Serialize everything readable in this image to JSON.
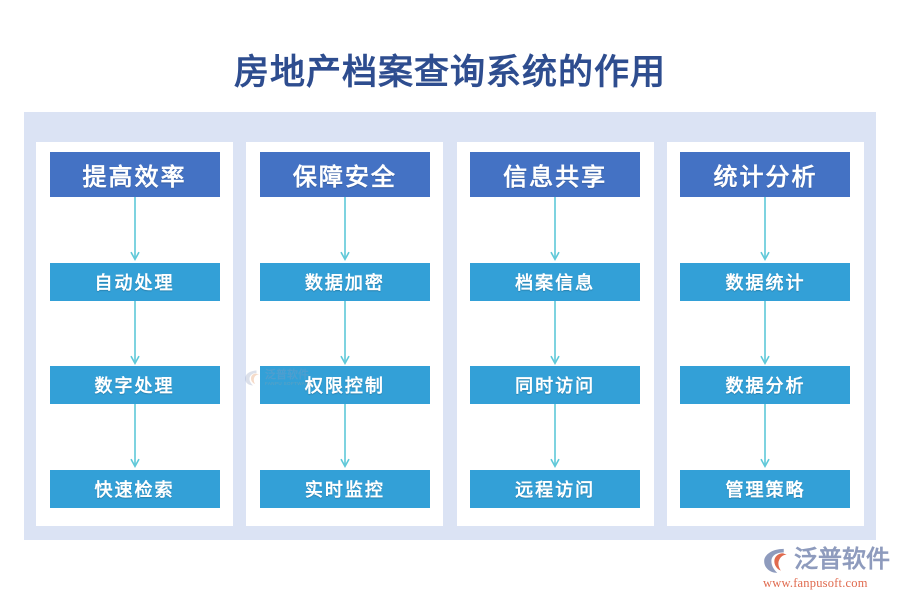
{
  "title": "房地产档案查询系统的作用",
  "colors": {
    "title_text": "#2E4D8F",
    "panel_background": "#DBE3F4",
    "card_background": "#FFFFFF",
    "header_box": "#4472C4",
    "step_box": "#33A0D7",
    "arrow": "#5EC8D8",
    "brand_name": "#8E9BBD",
    "brand_url": "#E06A4E",
    "page_background": "#FFFFFF"
  },
  "columns": [
    {
      "header": "提高效率",
      "steps": [
        "自动处理",
        "数字处理",
        "快速检索"
      ]
    },
    {
      "header": "保障安全",
      "steps": [
        "数据加密",
        "权限控制",
        "实时监控"
      ]
    },
    {
      "header": "信息共享",
      "steps": [
        "档案信息",
        "同时访问",
        "远程访问"
      ]
    },
    {
      "header": "统计分析",
      "steps": [
        "数据统计",
        "数据分析",
        "管理策略"
      ]
    }
  ],
  "watermark": {
    "name": "泛普软件",
    "url": "FANPU SOFTWARE"
  },
  "brand": {
    "name": "泛普软件",
    "url": "www.fanpusoft.com"
  }
}
